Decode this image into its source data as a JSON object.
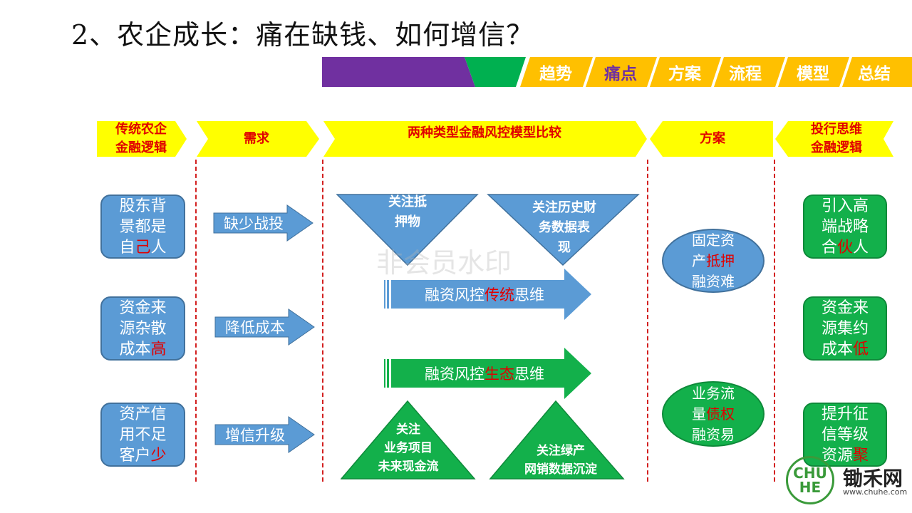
{
  "title": "2、农企成长：痛在缺钱、如何增信？",
  "nav": {
    "tabs": [
      "趋势",
      "痛点",
      "方案",
      "流程",
      "模型",
      "总结"
    ],
    "colors": {
      "purple": "#7030a0",
      "green": "#00b050",
      "orange": "#ffc000",
      "active_text": "#7030a0"
    }
  },
  "headers": {
    "h1_line1": "传统农企",
    "h1_line2": "金融逻辑",
    "h2": "需求",
    "h3": "两种类型金融风控模型比较",
    "h4": "方案",
    "h5_line1": "投行思维",
    "h5_line2": "金融逻辑"
  },
  "left_boxes": [
    {
      "l1": "股东背",
      "l2": "景都是",
      "l3a": "自",
      "l3b": "己",
      "l3c": "人"
    },
    {
      "l1": "资金来",
      "l2": "源杂散",
      "l3a": "成本",
      "l3b": "高",
      "l3c": ""
    },
    {
      "l1": "资产信",
      "l2": "用不足",
      "l3a": "客户",
      "l3b": "少",
      "l3c": ""
    }
  ],
  "needs": [
    "缺少战投",
    "降低成本",
    "增信升级"
  ],
  "triangles_top": [
    {
      "l1": "关注抵",
      "l2": "押物",
      "l3": ""
    },
    {
      "l1": "关注历史财",
      "l2": "务数据表",
      "l3": "现"
    }
  ],
  "big_arrows": [
    {
      "pre": "融资风控",
      "hl": "传统",
      "post": "思维",
      "color": "#5b9bd5"
    },
    {
      "pre": "融资风控",
      "hl": "生态",
      "post": "思维",
      "color": "#13b04b"
    }
  ],
  "triangles_bottom": [
    {
      "l1": "关注",
      "l2": "业务项目",
      "l3": "未来现金流"
    },
    {
      "l1": "关注绿产",
      "l2": "网销数据沉淀",
      "l3": ""
    }
  ],
  "ellipses": [
    {
      "l1": "固定资",
      "l2a": "产",
      "l2b": "抵押",
      "l3": "融资难"
    },
    {
      "l1": "业务流",
      "l2a": "量",
      "l2b": "债权",
      "l3": "融资易"
    }
  ],
  "right_boxes": [
    {
      "l1": "引入高",
      "l2": "端战略",
      "l3a": "合",
      "l3b": "伙",
      "l3c": "人"
    },
    {
      "l1": "资金来",
      "l2": "源集约",
      "l3a": "成本",
      "l3b": "低",
      "l3c": ""
    },
    {
      "l1": "提升征",
      "l2": "信等级",
      "l3a": "资源",
      "l3b": "聚",
      "l3c": ""
    }
  ],
  "watermark": "非会员水印",
  "logo": {
    "circle_text": "CHU HE",
    "name": "锄禾网",
    "url": "www.chuhe.com"
  }
}
